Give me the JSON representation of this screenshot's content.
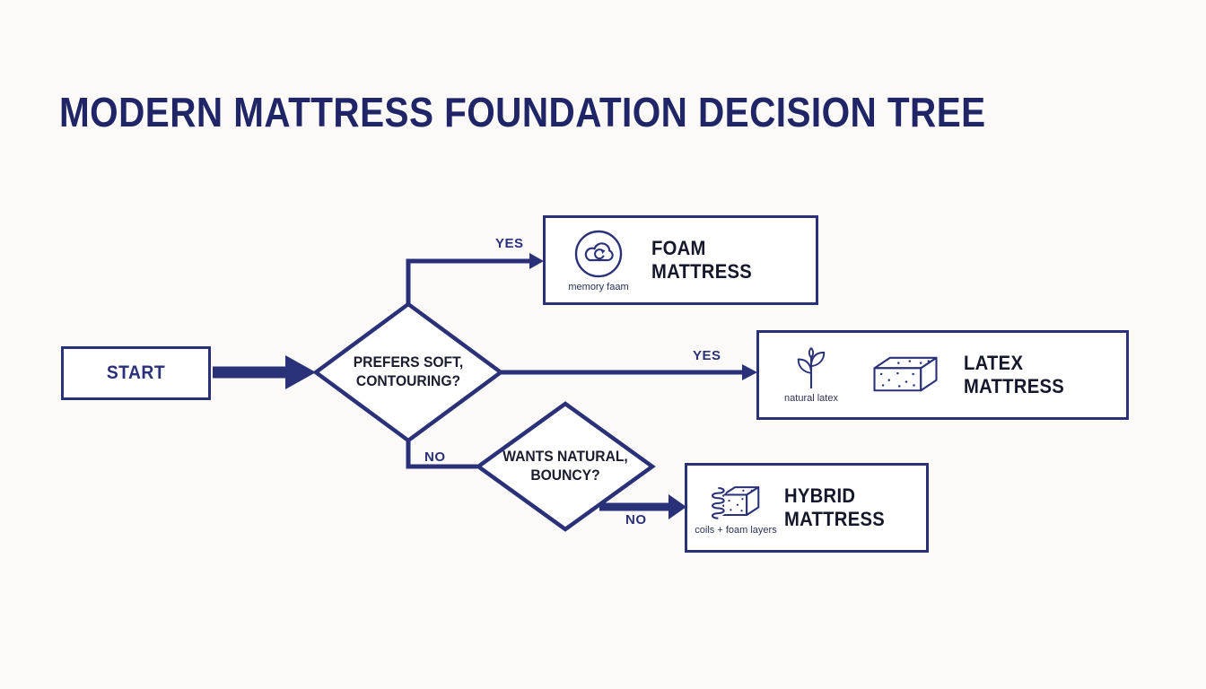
{
  "title": "MODERN MATTRESS FOUNDATION DECISION TREE",
  "flow": {
    "start": {
      "label": "START"
    },
    "decision1": {
      "line1": "PREFERS SOFT,",
      "line2": "CONTOURING?"
    },
    "decision2": {
      "line1": "WANTS NATURAL,",
      "line2": "BOUNCY?"
    },
    "labels": {
      "yes_foam": "YES",
      "yes_latex": "YES",
      "no_to_decision2": "NO",
      "no_hybrid": "NO"
    },
    "outcomes": {
      "foam": {
        "title_line1": "FOAM",
        "title_line2": "MATTRESS",
        "caption": "memory faam",
        "icon": "memory-foam-cloud-icon"
      },
      "latex": {
        "title_line1": "LATEX",
        "title_line2": "MATTRESS",
        "caption": "natural latex",
        "icon": "natural-latex-plant-icon",
        "icon2": "latex-foam-block-icon"
      },
      "hybrid": {
        "title_line1": "HYBRID",
        "title_line2": "MATTRESS",
        "caption": "coils + foam layers",
        "icon": "coils-plus-foam-icon"
      }
    }
  },
  "colors": {
    "navy": "#2a3178",
    "title_navy": "#1f2566",
    "text_dark": "#15172b",
    "background": "#fbfaf8"
  }
}
